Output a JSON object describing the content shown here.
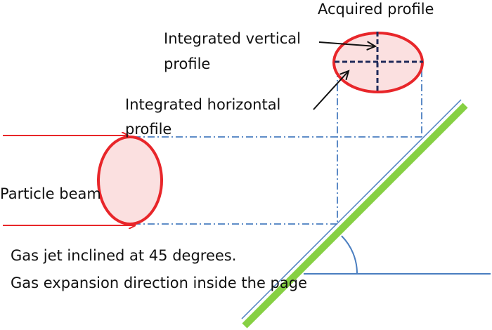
{
  "labels": {
    "acquired_profile": "Acquired profile",
    "vertical_profile_line1": "Integrated vertical",
    "vertical_profile_line2": "profile",
    "horizontal_profile_line1": "Integrated horizontal",
    "horizontal_profile_line2": "profile",
    "particle_beam": "Particle beam",
    "note_line1": "Gas jet inclined at 45 degrees.",
    "note_line2": "Gas expansion direction inside the page"
  },
  "colors": {
    "beam": "#e8262a",
    "ellipse_fill": "#fbe0e0",
    "ellipse_stroke": "#e8262a",
    "projection_line": "#4a7ec0",
    "profile_axes": "#1f2a5a",
    "gas_jet": "#86d043",
    "base_line": "#4a7ec0",
    "arrow": "#111111"
  },
  "angle_degrees": 45
}
